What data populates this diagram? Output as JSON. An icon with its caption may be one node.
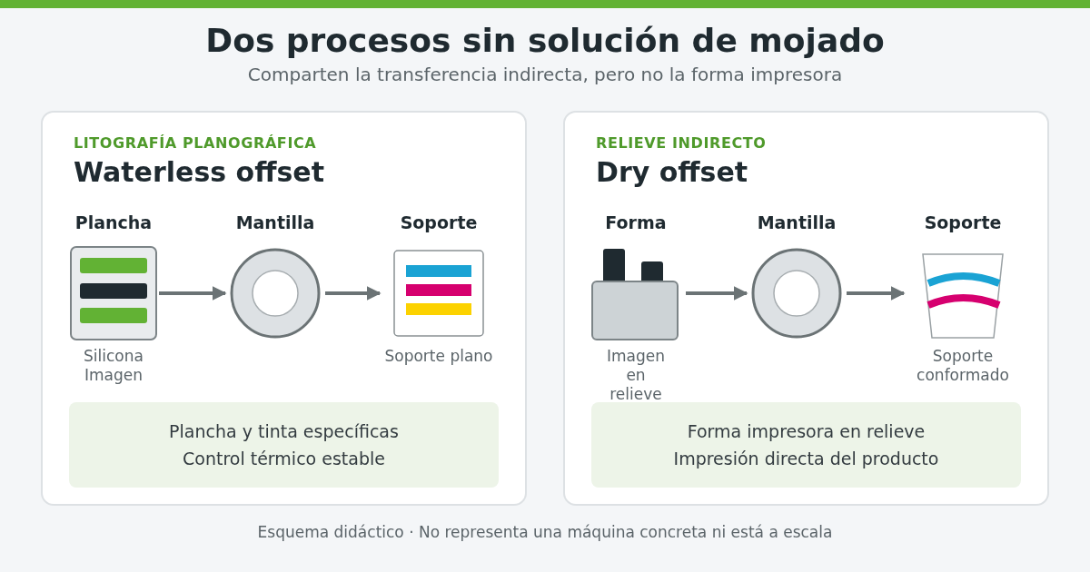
{
  "diagram": {
    "title": "Dos procesos sin solución de mojado",
    "caption": "Esquema didáctico · No representa una máquina concreta ni está a escala",
    "labels": [
      "Comparten la transferencia indirecta, pero no la forma impresora"
    ],
    "nodes": [
      {
        "text": [
          "LITOGRAFÍA PLANOGRÁFICA",
          "Waterless offset"
        ]
      },
      {
        "text": [
          "Plancha"
        ],
        "beside": [
          "Silicona",
          "Imagen"
        ],
        "in": 0
      },
      {
        "text": [
          "Mantilla"
        ],
        "in": 0
      },
      {
        "text": [
          "Soporte"
        ],
        "beside": [
          "Soporte plano"
        ],
        "in": 0
      },
      {
        "text": [
          "Plancha y tinta específicas",
          "Control térmico estable"
        ],
        "in": 0
      },
      {
        "text": [
          "RELIEVE INDIRECTO",
          "Dry offset"
        ]
      },
      {
        "text": [
          "Forma"
        ],
        "beside": [
          "Imagen en relieve"
        ],
        "in": 5
      },
      {
        "text": [
          "Mantilla"
        ],
        "in": 5
      },
      {
        "text": [
          "Soporte"
        ],
        "beside": [
          "Soporte conformado"
        ],
        "in": 5
      },
      {
        "text": [
          "Forma impresora en relieve",
          "Impresión directa del producto"
        ],
        "in": 5
      }
    ],
    "edges": [
      {
        "from": 1,
        "to": 2,
        "arrow": "to"
      },
      {
        "from": 2,
        "to": 3,
        "arrow": "to"
      },
      {
        "from": 6,
        "to": 7,
        "arrow": "to"
      },
      {
        "from": 7,
        "to": 8,
        "arrow": "to"
      }
    ]
  }
}
